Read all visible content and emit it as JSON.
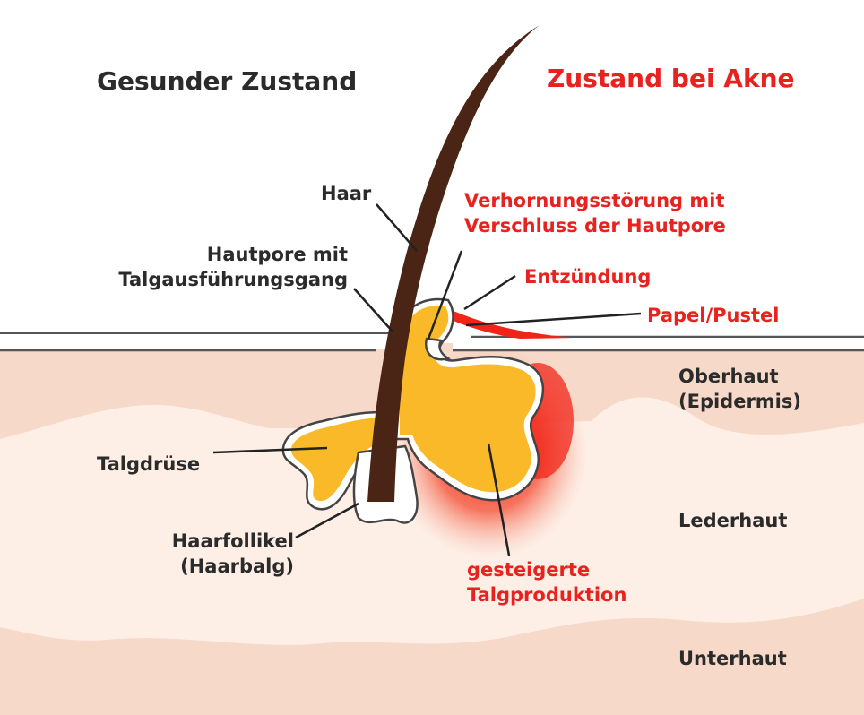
{
  "heading_healthy": "Gesunder Zustand",
  "heading_acne": "Zustand bei Akne",
  "labels": {
    "hair": "Haar",
    "pore_line1": "Hautpore mit",
    "pore_line2": "Talgausführungsgang",
    "sebaceous_gland": "Talgdrüse",
    "follicle_line1": "Haarfollikel",
    "follicle_line2": "(Haarbalg)",
    "keratinization_line1": "Verhornungsstörung mit",
    "keratinization_line2": "Verschluss der Hautpore",
    "inflammation": "Entzündung",
    "papule_pustule": "Papel/Pustel",
    "sebum_line1": "gesteigerte",
    "sebum_line2": "Talgproduktion"
  },
  "layers": {
    "epidermis_line1": "Oberhaut",
    "epidermis_line2": "(Epidermis)",
    "dermis": "Lederhaut",
    "subcutis": "Unterhaut"
  },
  "colors": {
    "skin_band": "#f6d9c8",
    "dermis": "#fdeee6",
    "sebum": "#f9b928",
    "hair": "#4a2414",
    "inflammation": "#f22418",
    "text_dark": "#2b2b2b",
    "text_red": "#e8231f"
  }
}
